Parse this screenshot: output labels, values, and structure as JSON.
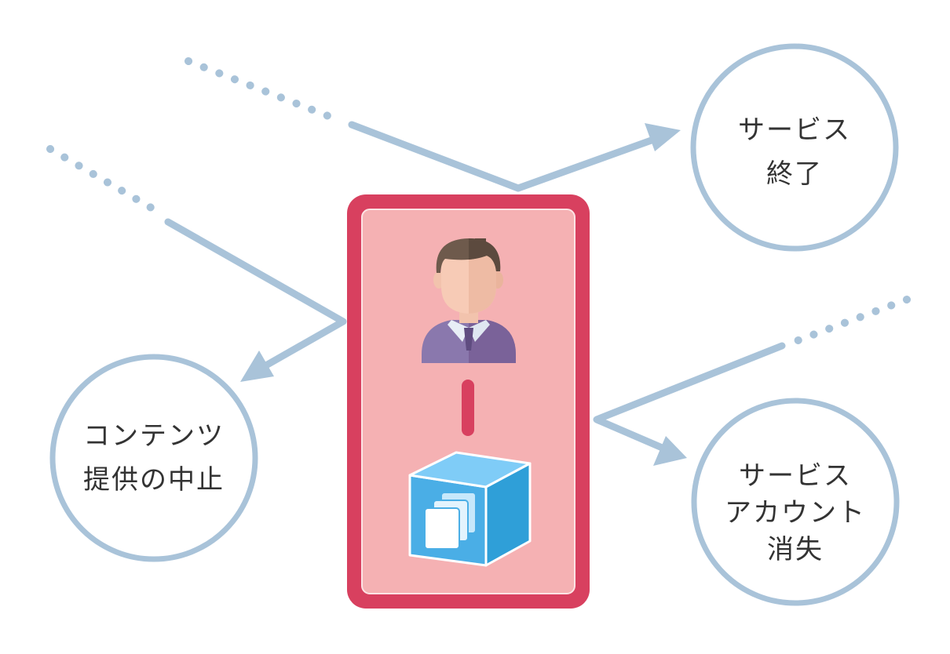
{
  "colors": {
    "line": "#a9c3d9",
    "circle_stroke": "#a9c3d9",
    "device_border": "#d8405f",
    "device_fill": "#f5b1b3",
    "connector": "#d8405f",
    "text": "#333333"
  },
  "nodes": {
    "service_end": {
      "lines": [
        "サービス",
        "終了"
      ]
    },
    "content_stop": {
      "lines": [
        "コンテンツ",
        "提供の中止"
      ]
    },
    "account_delete": {
      "lines": [
        "サービス",
        "アカウント",
        "消失"
      ]
    }
  },
  "icons": {
    "user": "person-avatar-icon",
    "content": "content-cube-icon"
  }
}
